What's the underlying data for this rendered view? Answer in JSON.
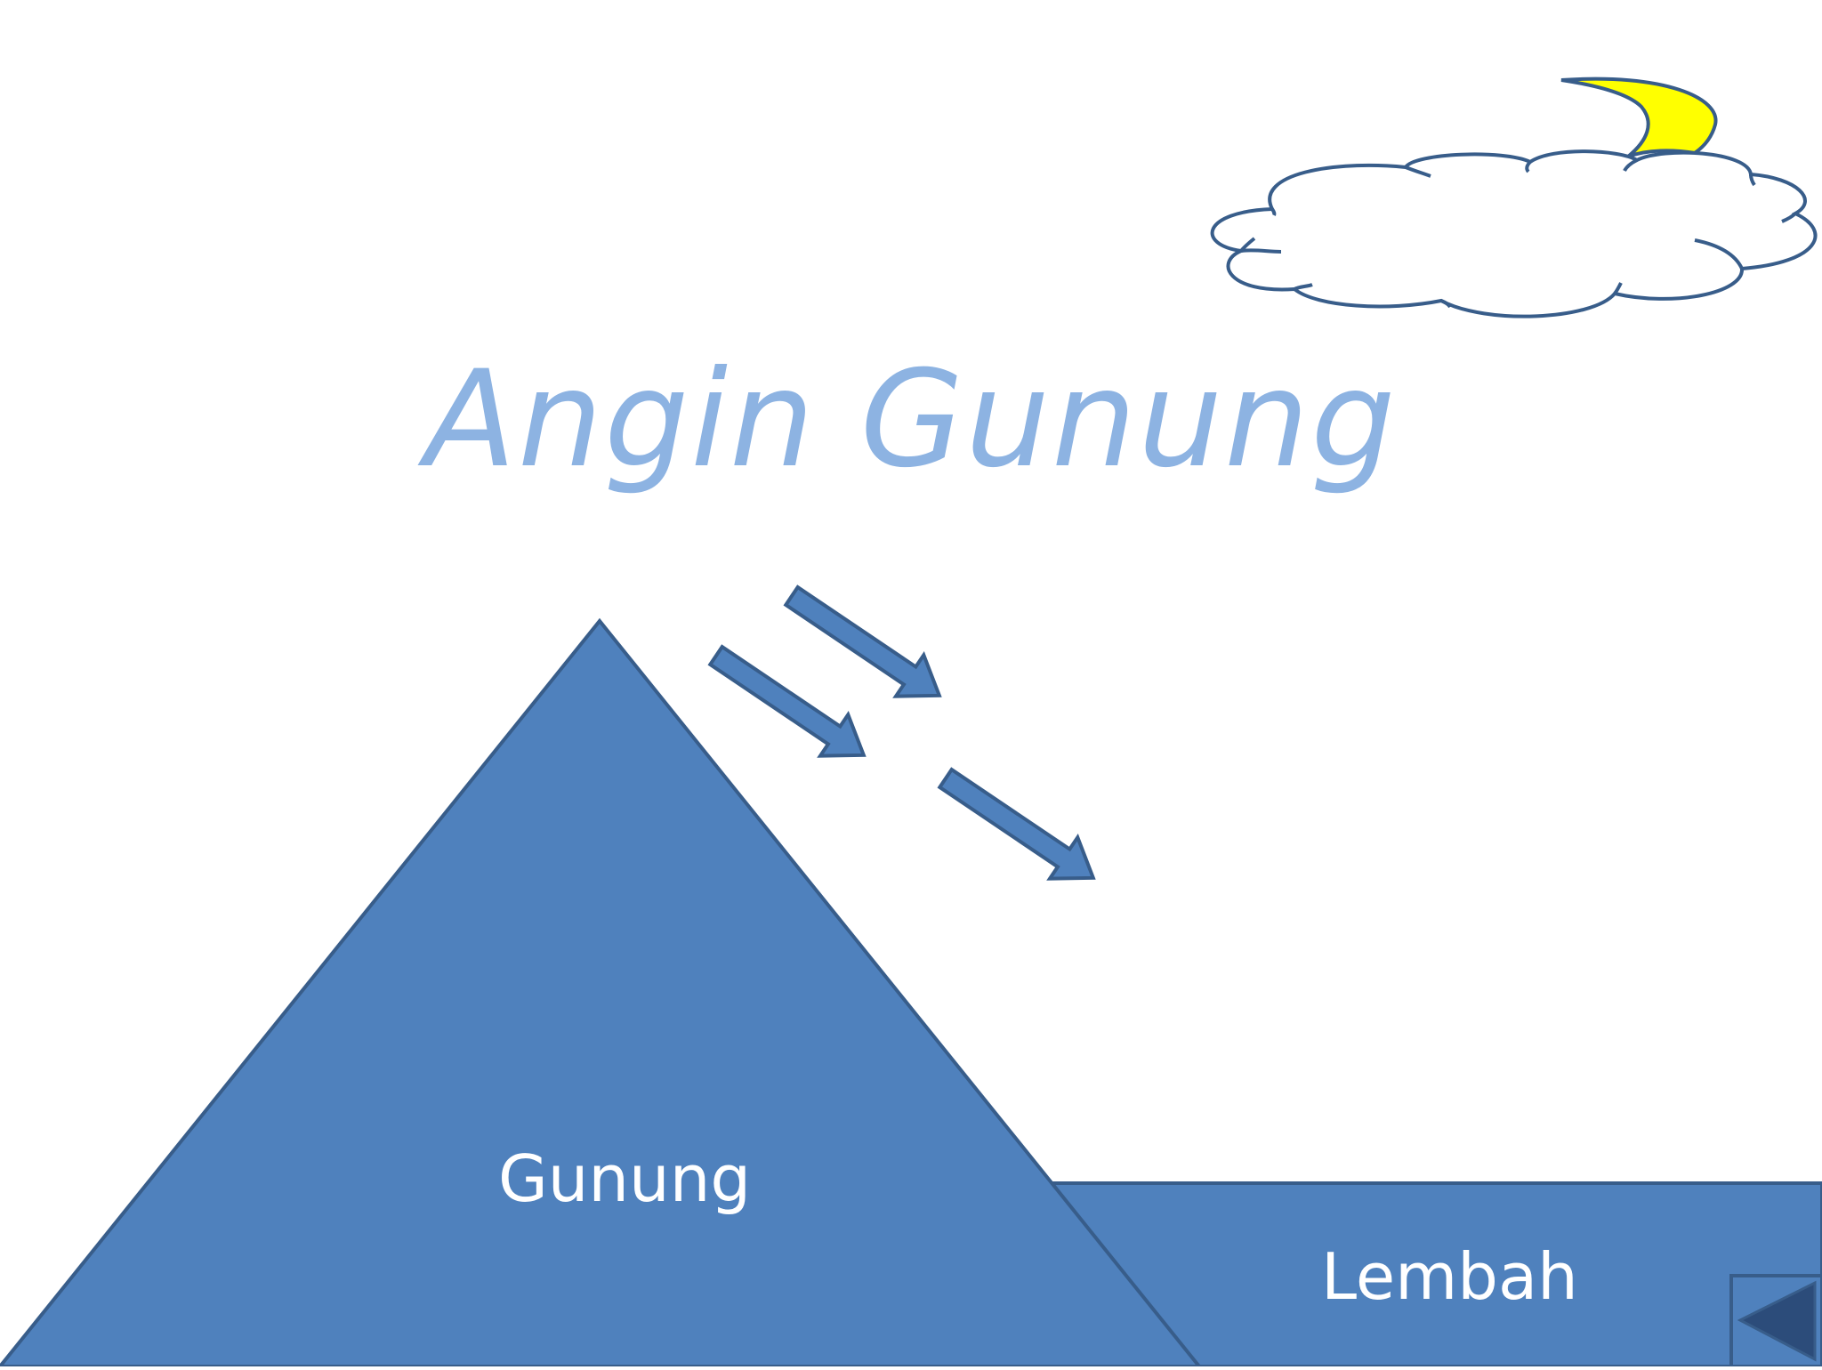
{
  "title": "Angin Gunung",
  "labels": {
    "mountain": "Gunung",
    "valley": "Lembah"
  },
  "nav": {
    "back_icon": "triangle-left-icon"
  },
  "colors": {
    "shape_fill": "#4f81bd",
    "shape_stroke": "#385d8a",
    "title": "#8db3e2",
    "moon": "#ffff00",
    "cloud_stroke": "#385d8a",
    "button_fill": "#2c4c7a"
  },
  "wind_arrows": [
    "arrow-1",
    "arrow-2",
    "arrow-3"
  ]
}
